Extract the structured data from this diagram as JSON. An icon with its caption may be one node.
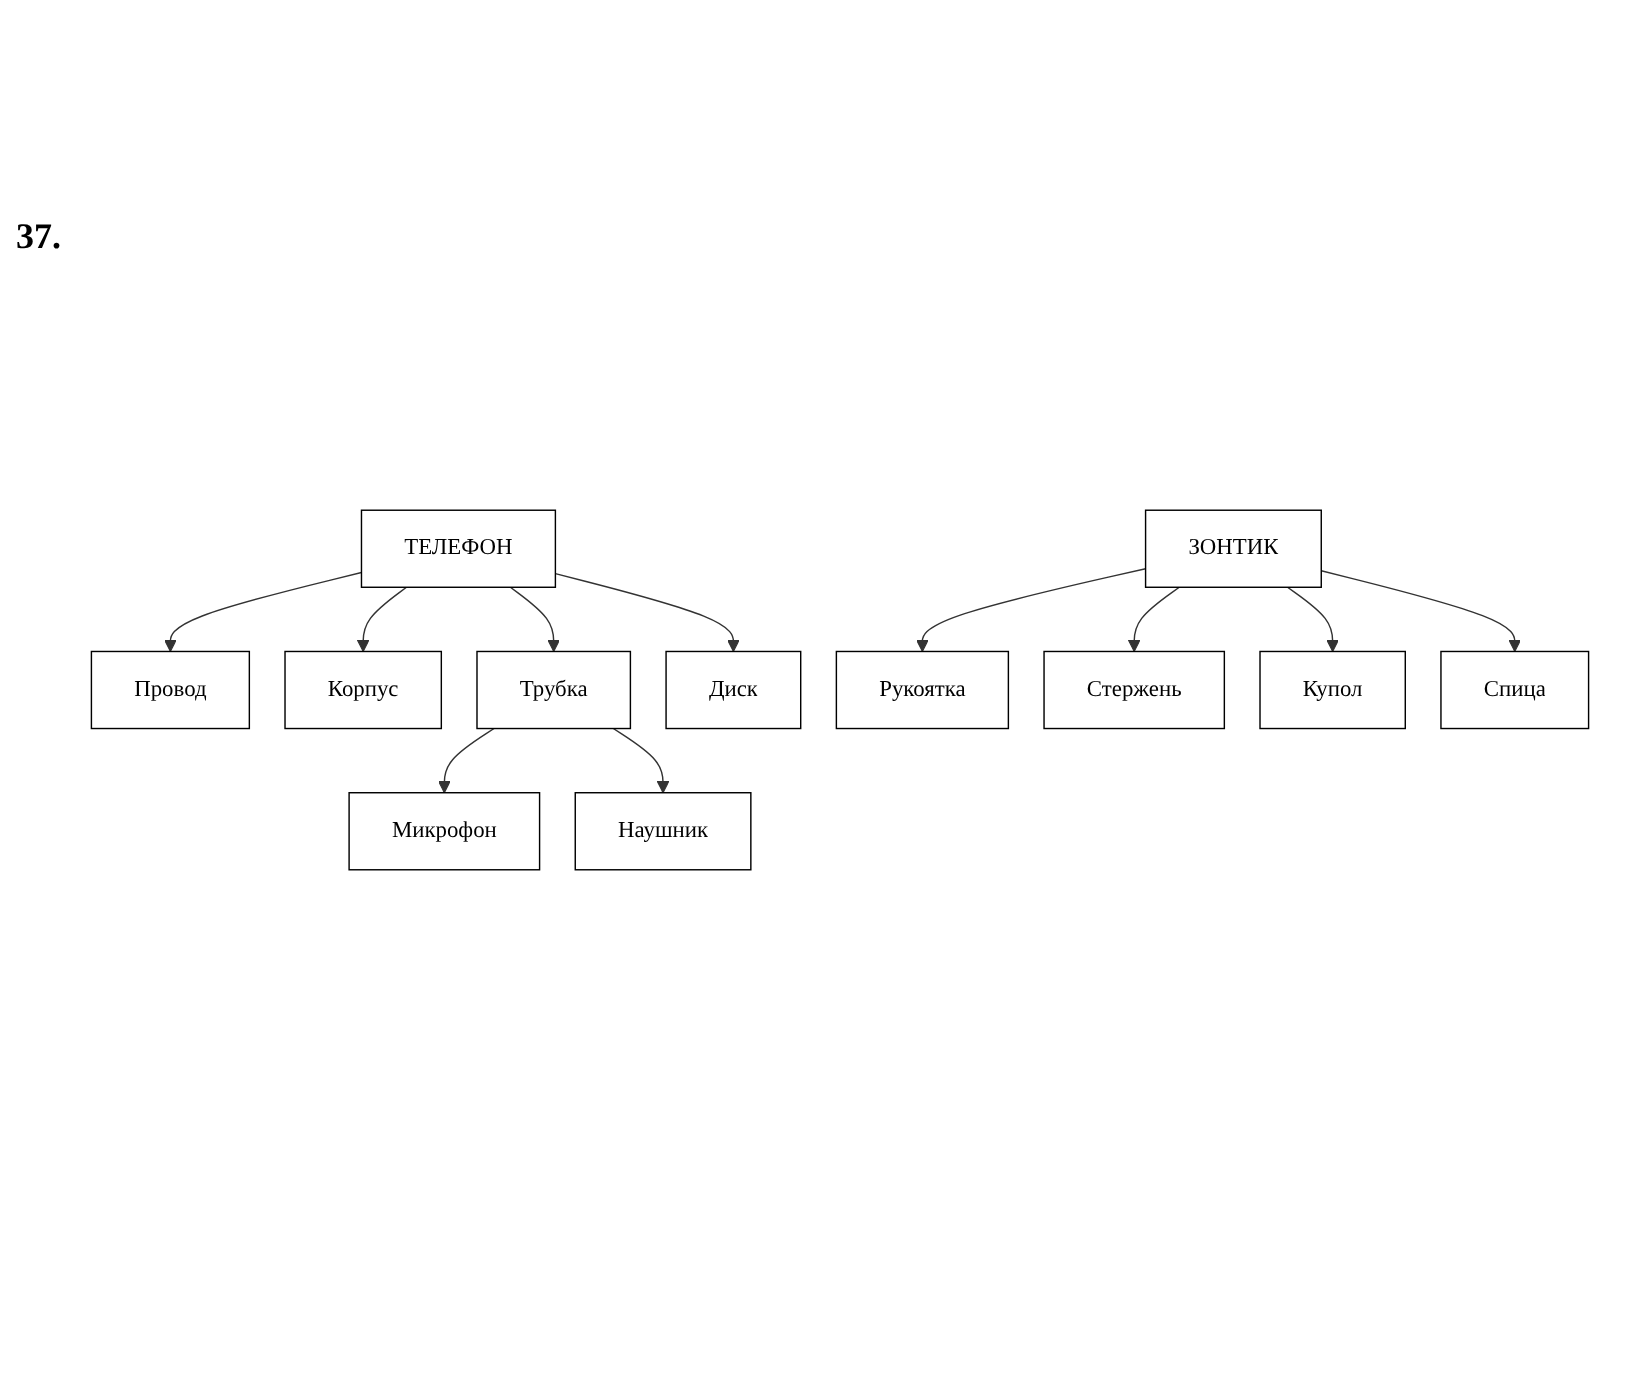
{
  "diagram": {
    "nodes": [
      {
        "text": [
          "ТЕЛЕФОН"
        ]
      },
      {
        "text": [
          "Провод"
        ]
      },
      {
        "text": [
          "Корпус"
        ]
      },
      {
        "text": [
          "Трубка"
        ]
      },
      {
        "text": [
          "Диск"
        ]
      },
      {
        "text": [
          "Микрофон"
        ]
      },
      {
        "text": [
          "Наушник"
        ]
      },
      {
        "text": [
          "ЗОНТИК"
        ]
      },
      {
        "text": [
          "Рукоятка"
        ]
      },
      {
        "text": [
          "Стержень"
        ]
      },
      {
        "text": [
          "Купол"
        ]
      },
      {
        "text": [
          "Спица"
        ]
      }
    ],
    "edges": [
      {
        "from": 0,
        "to": 1,
        "arrow": "to"
      },
      {
        "from": 0,
        "to": 2,
        "arrow": "to"
      },
      {
        "from": 0,
        "to": 3,
        "arrow": "to"
      },
      {
        "from": 0,
        "to": 4,
        "arrow": "to"
      },
      {
        "from": 3,
        "to": 5,
        "arrow": "to"
      },
      {
        "from": 3,
        "to": 6,
        "arrow": "to"
      },
      {
        "from": 7,
        "to": 8,
        "arrow": "to"
      },
      {
        "from": 7,
        "to": 9,
        "arrow": "to"
      },
      {
        "from": 7,
        "to": 10,
        "arrow": "to"
      },
      {
        "from": 7,
        "to": 11,
        "arrow": "to"
      }
    ],
    "labels": [
      "37."
    ]
  }
}
